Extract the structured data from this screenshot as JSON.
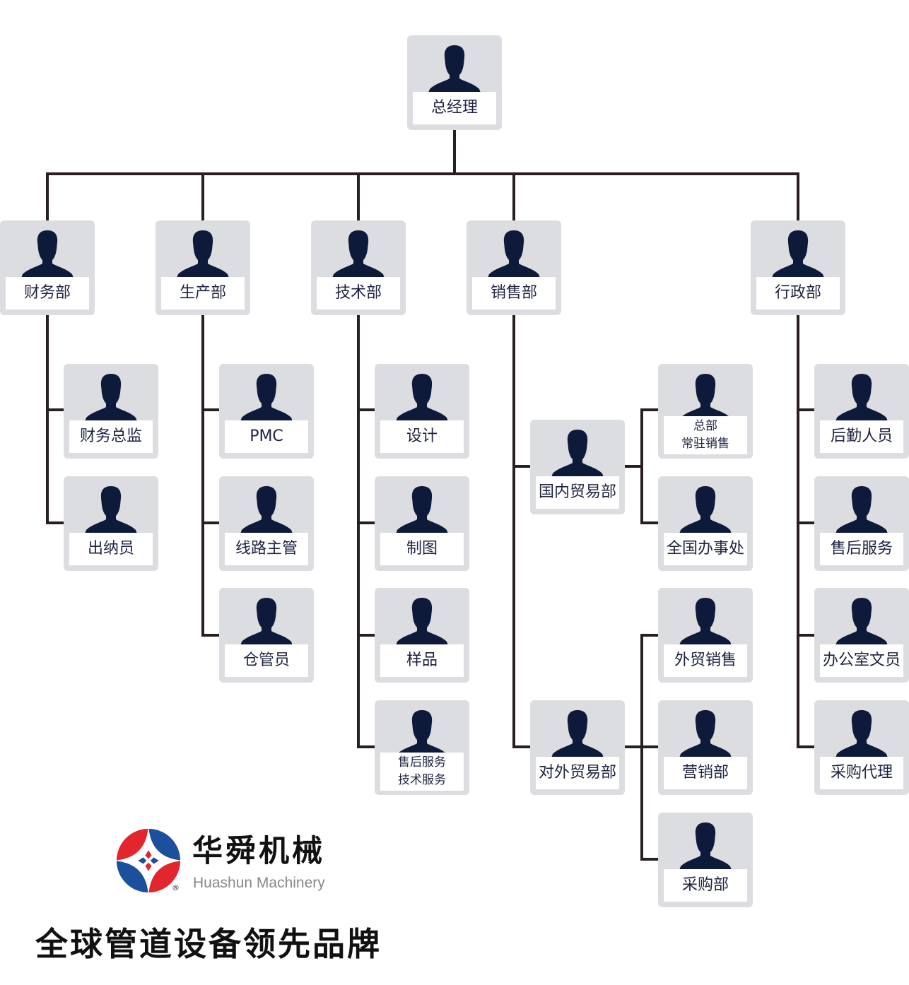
{
  "root": {
    "label": "总经理"
  },
  "departments": [
    {
      "label": "财务部",
      "children": [
        "财务总监",
        "出纳员"
      ]
    },
    {
      "label": "生产部",
      "children": [
        "PMC",
        "线路主管",
        "仓管员"
      ]
    },
    {
      "label": "技术部",
      "children": [
        "设计",
        "制图",
        "样品",
        "售后服务\n技术服务"
      ]
    },
    {
      "label": "销售部",
      "children": [
        {
          "label": "国内贸易部",
          "children": [
            "总部\n常驻销售",
            "全国办事处"
          ]
        },
        {
          "label": "对外贸易部",
          "children": [
            "外贸销售",
            "营销部",
            "采购部"
          ]
        }
      ]
    },
    {
      "label": "行政部",
      "children": [
        "后勤人员",
        "售后服务",
        "办公室文员",
        "采购代理"
      ]
    }
  ],
  "brand": {
    "name_cn": "华舜机械",
    "name_en": "Huashun Machinery",
    "registered": "®",
    "slogan": "全球管道设备领先品牌"
  },
  "colors": {
    "card": "#dcdde0",
    "silhouette": "#0d1a3a",
    "line": "#2a1f1f",
    "logo_red": "#e3262d",
    "logo_blue": "#1c4f9c"
  }
}
